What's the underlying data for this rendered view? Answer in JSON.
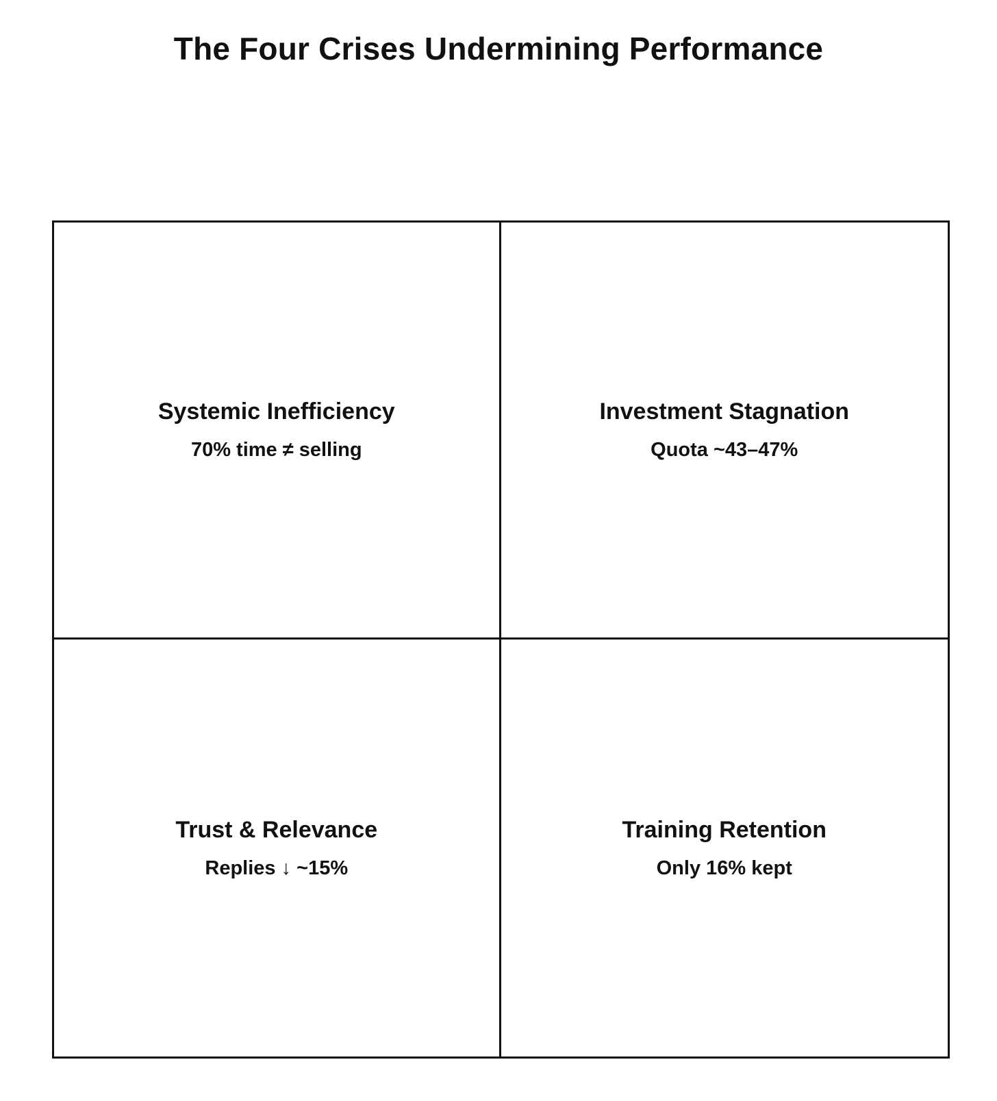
{
  "title": "The Four Crises Undermining Performance",
  "colors": {
    "text": "#111111",
    "border": "#111111",
    "background": "#ffffff"
  },
  "quadrants": [
    {
      "id": "systemic-inefficiency",
      "heading": "Systemic Inefficiency",
      "stat": "70% time ≠ selling"
    },
    {
      "id": "investment-stagnation",
      "heading": "Investment Stagnation",
      "stat": "Quota ~43–47%"
    },
    {
      "id": "trust-relevance",
      "heading": "Trust & Relevance",
      "stat": "Replies ↓ ~15%"
    },
    {
      "id": "training-retention",
      "heading": "Training Retention",
      "stat": "Only 16% kept"
    }
  ]
}
